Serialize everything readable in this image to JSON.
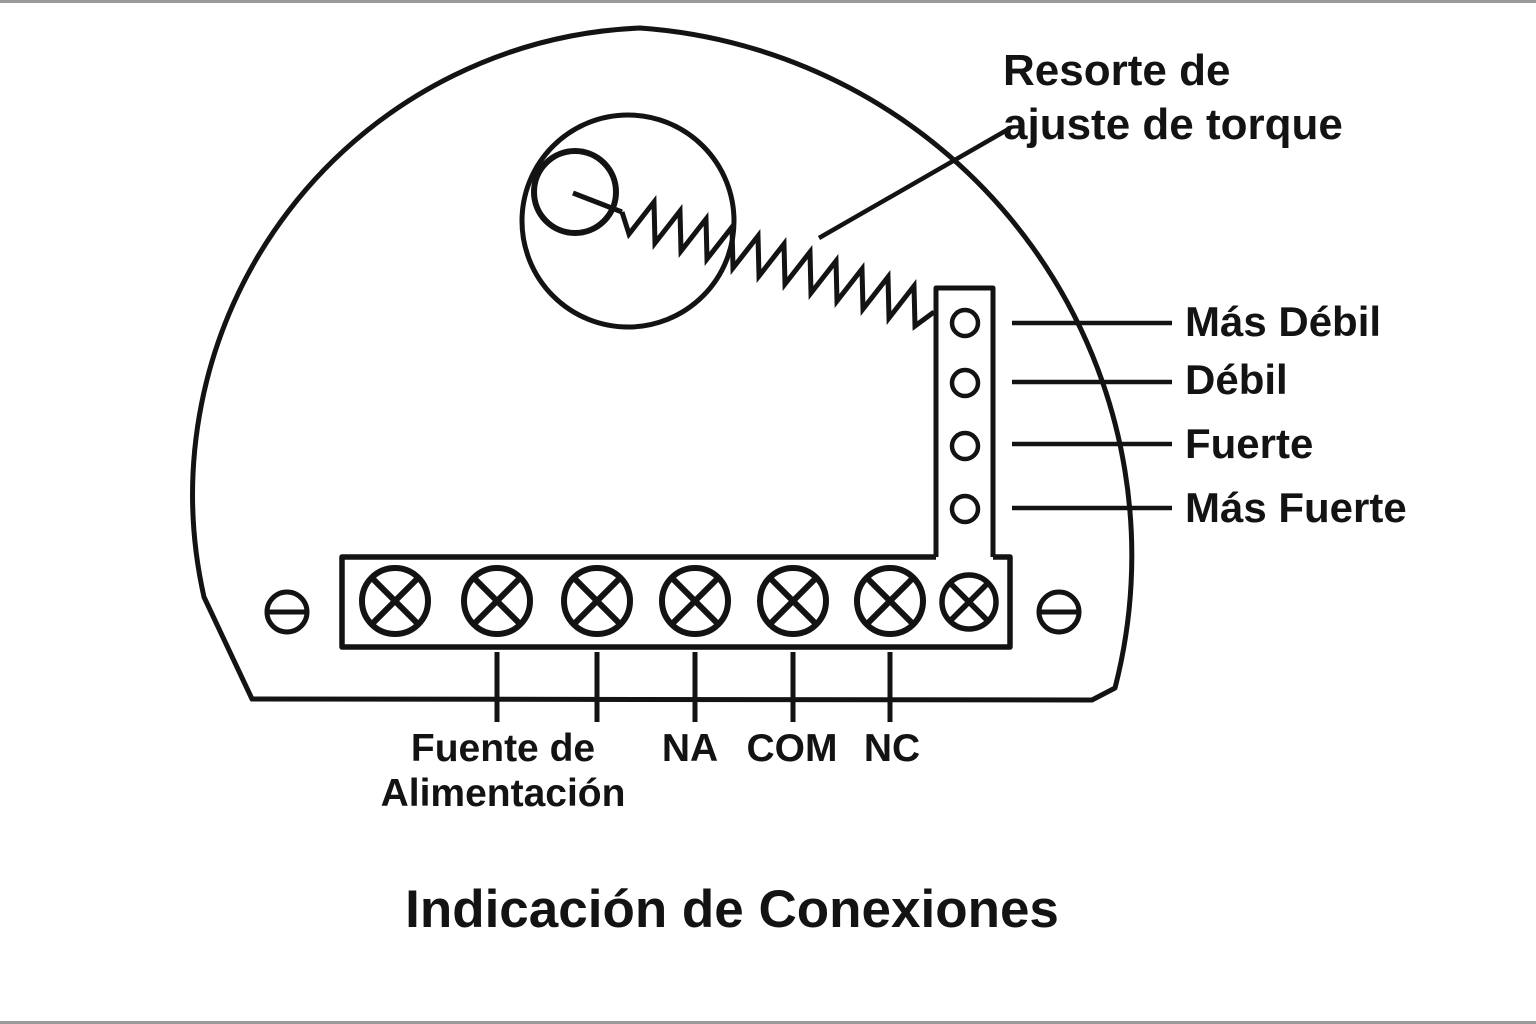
{
  "page": {
    "background_color": "#ffffff",
    "line_color": "#131313",
    "edge_bar_color": "#9a9a9a"
  },
  "diagram": {
    "title": "Indicación de Conexiones",
    "spring_label": {
      "line1": "Resorte de",
      "line2": "ajuste de torque"
    },
    "torque_levels": [
      "Más Débil",
      "Débil",
      "Fuerte",
      "Más Fuerte"
    ],
    "bottom_labels": {
      "power_line1": "Fuente de",
      "power_line2": "Alimentación",
      "na": "NA",
      "com": "COM",
      "nc": "NC"
    }
  }
}
